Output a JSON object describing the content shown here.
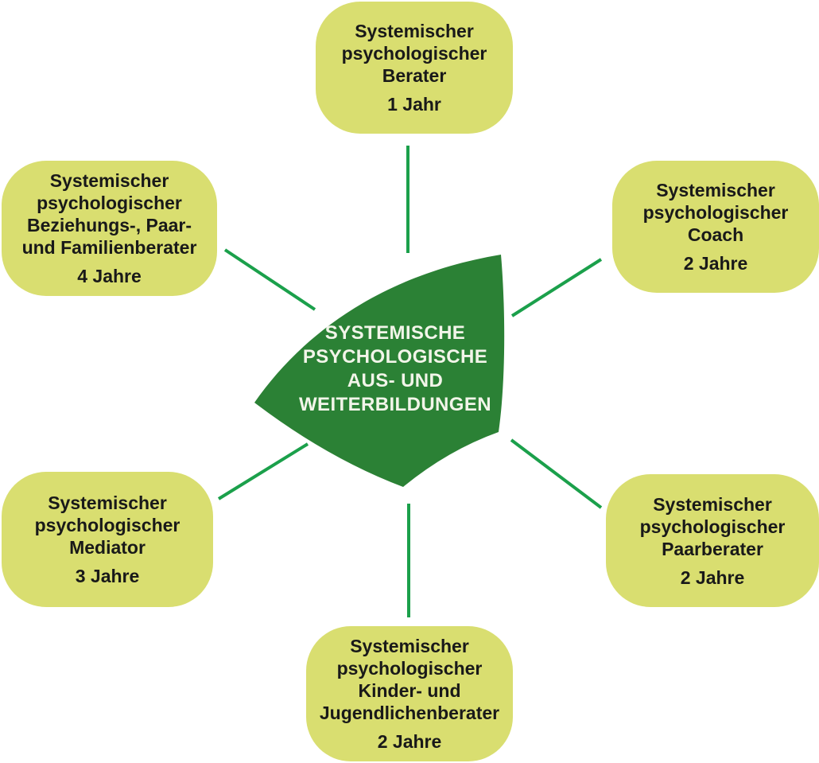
{
  "diagram": {
    "center": {
      "title": "SYSTEMISCHE\nPSYCHOLOGISCHE\nAUS- UND\nWEITERBILDUNGEN"
    },
    "nodes": [
      {
        "id": "berater",
        "title": "Systemischer\npsychologischer\nBerater",
        "duration": "1 Jahr"
      },
      {
        "id": "coach",
        "title": "Systemischer\npsychologischer\nCoach",
        "duration": "2 Jahre"
      },
      {
        "id": "paarberater",
        "title": "Systemischer\npsychologischer\nPaarberater",
        "duration": "2 Jahre"
      },
      {
        "id": "kinder-jugendliche",
        "title": "Systemischer\npsychologischer\nKinder- und\nJugendlichenberater",
        "duration": "2 Jahre"
      },
      {
        "id": "mediator",
        "title": "Systemischer\npsychologischer\nMediator",
        "duration": "3 Jahre"
      },
      {
        "id": "beziehung-familie",
        "title": "Systemischer\npsychologischer\nBeziehungs-, Paar-\nund Familienberater",
        "duration": "4 Jahre"
      }
    ],
    "colors": {
      "node_fill": "#d9de70",
      "node_text": "#191919",
      "center_fill": "#2b8135",
      "center_text": "#f2f5e9",
      "connector_line": "#1ba04b",
      "background": "#ffffff"
    }
  }
}
